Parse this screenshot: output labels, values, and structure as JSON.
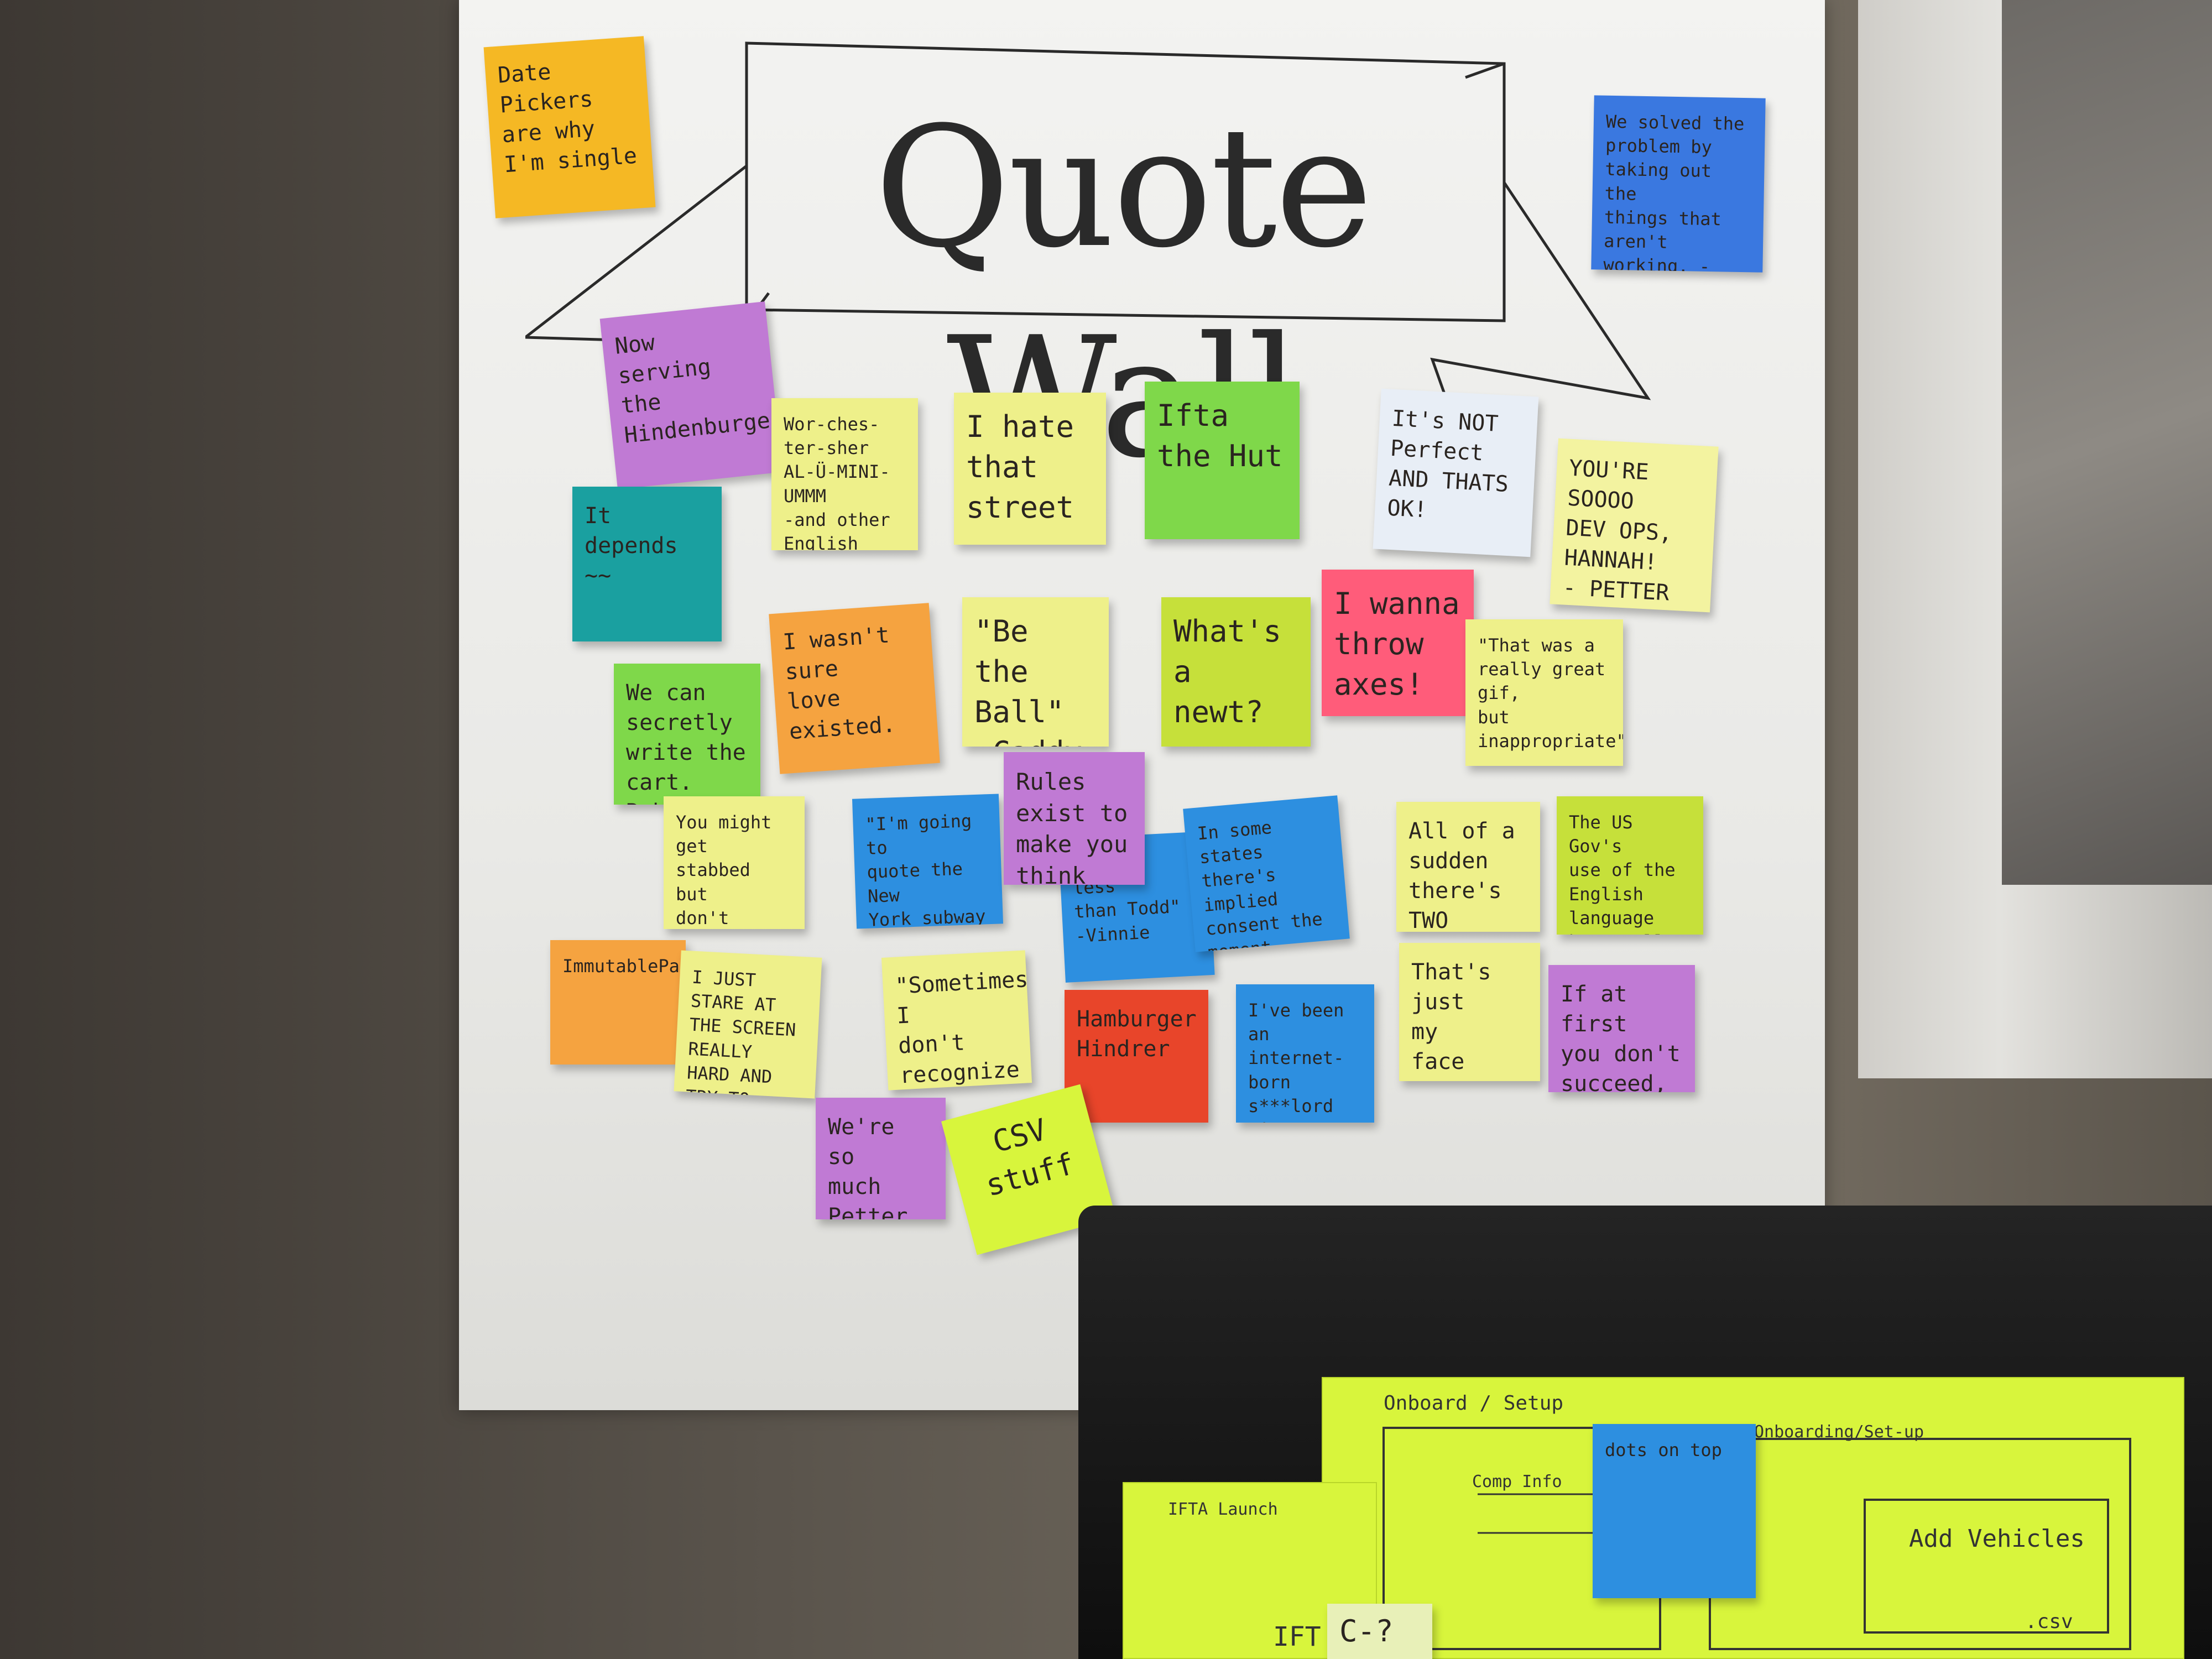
{
  "title": "Quote Wall",
  "notes": [
    {
      "id": "datepickers",
      "text": "Date Pickers\nare why\nI'm single",
      "color": "#f5b824"
    },
    {
      "id": "we-solved",
      "text": "We solved the\nproblem by\ntaking out the\nthings that aren't\nworking. -Team",
      "color": "#3a78e0"
    },
    {
      "id": "now-serving",
      "text": "Now serving\nthe\nHindenburger",
      "color": "#c07ad4"
    },
    {
      "id": "worcester",
      "text": "Wor-ches-\nter-sher\nAL-Ü-MINI-\nUMMM\n-and other English\npronunciations",
      "color": "#eef08a"
    },
    {
      "id": "hate-street",
      "text": "I hate\nthat street",
      "color": "#eef08a"
    },
    {
      "id": "ifta-hut",
      "text": "Ifta the Hut",
      "color": "#7fd84a"
    },
    {
      "id": "not-perfect",
      "text": "It's NOT Perfect\nAND THATS\nOK!",
      "color": "#e8eef6"
    },
    {
      "id": "dev-ops",
      "text": "YOU'RE SOOOO\nDEV OPS,\nHANNAH!\n- PETTER",
      "color": "#f3f3a0"
    },
    {
      "id": "it-depends",
      "text": "It depends\n~~",
      "color": "#1aa0a0"
    },
    {
      "id": "wasnt-sure",
      "text": "I wasn't sure\nlove existed.",
      "color": "#f5a340"
    },
    {
      "id": "be-the-ball",
      "text": "\"Be the\nBall\"\n-Caddy Shack",
      "color": "#eef08a"
    },
    {
      "id": "whats-newt",
      "text": "What's\na newt?",
      "color": "#c6e03a"
    },
    {
      "id": "throw-axes",
      "text": "I wanna\nthrow\naxes!",
      "color": "#ff5c7a"
    },
    {
      "id": "great-gif",
      "text": "\"That was a\nreally great gif,\nbut inappropriate\"",
      "color": "#eef08a"
    },
    {
      "id": "secretly-write",
      "text": "We can secretly\nwrite the\ncart.\nRobert",
      "color": "#7fd84a"
    },
    {
      "id": "rules-exist",
      "text": "Rules\nexist to\nmake you\nthink before\nyou break them",
      "color": "#c07ad4"
    },
    {
      "id": "stabbed",
      "text": "You might get\nstabbed but\ndon't worry,\nI got my LTC\n-Hannah",
      "color": "#eef08a"
    },
    {
      "id": "quote-new-york",
      "text": "\"I'm going to\nquote the New\nYork subway\n'If you see something\nsay something'\"\n-Riley",
      "color": "#2d8fe0"
    },
    {
      "id": "people-less",
      "text": "people\nless\nthan Todd\"\n-Vinnie",
      "color": "#2d8fe0"
    },
    {
      "id": "implied-consent",
      "text": "In some states\nthere's implied\nconsent the moment\nyou go on the\nsidewalk.\n-Todd",
      "color": "#2d8fe0"
    },
    {
      "id": "two-balls",
      "text": "All of a\nsudden there's\nTWO Balls!\n-Hannah",
      "color": "#eef08a"
    },
    {
      "id": "us-gov",
      "text": "The US Gov's\nuse of the\nEnglish language\nhas really put a\ndamper on things\n-Chris G.",
      "color": "#c6e03a"
    },
    {
      "id": "immutable-pair",
      "text": "ImmutablePair",
      "color": "#f5a340"
    },
    {
      "id": "stare-screen",
      "text": "I JUST STARE AT\nTHE SCREEN REALLY\nHARD AND TRY TO\nMEMORIZE IT.\n-KEVIN",
      "color": "#eef08a"
    },
    {
      "id": "recognize-success",
      "text": "\"Sometimes I\ndon't recognize\nsuccess.\"\n-Todd",
      "color": "#eef08a"
    },
    {
      "id": "hamburger",
      "text": "Hamburger\nHindrer",
      "color": "#e8452a"
    },
    {
      "id": "internet-born",
      "text": "I've been an\ninternet-born\ns***lord since\nbefore puberty\"\nRobert",
      "color": "#2d8fe0"
    },
    {
      "id": "just-my-face",
      "text": "That's just\nmy\nface",
      "color": "#eef08a"
    },
    {
      "id": "skydiving",
      "text": "If at first\nyou don't\nsucceed, then\nskydiving isn't\nfor you.",
      "color": "#c07ad4"
    },
    {
      "id": "so-much-petter",
      "text": "We're so\nmuch Petter\nthan every-\nbody else!\n-Patrick",
      "color": "#c07ad4"
    },
    {
      "id": "csv-stuff",
      "text": "CSV\nstuff",
      "color": "#d8f53c"
    }
  ],
  "sketches": [
    {
      "id": "onboard-setup",
      "label": "Onboard / Setup"
    },
    {
      "id": "comp-info",
      "label": "Comp Info"
    },
    {
      "id": "onboarding-set-up",
      "label": "Onboarding/Set-up"
    },
    {
      "id": "add-vehicles",
      "label": "Add Vehicles"
    },
    {
      "id": "csv",
      "label": ".csv"
    },
    {
      "id": "ifta-launch",
      "label": "IFTA Launch"
    },
    {
      "id": "ifta",
      "label": "IFT"
    },
    {
      "id": "dots-on-top",
      "label": "dots on top"
    },
    {
      "id": "c-q",
      "label": "C-?"
    }
  ],
  "colors": {
    "wall": "#3a3632",
    "paper": "#f0f0ee",
    "monitor": "#161616",
    "window": "#d4d3cf"
  }
}
